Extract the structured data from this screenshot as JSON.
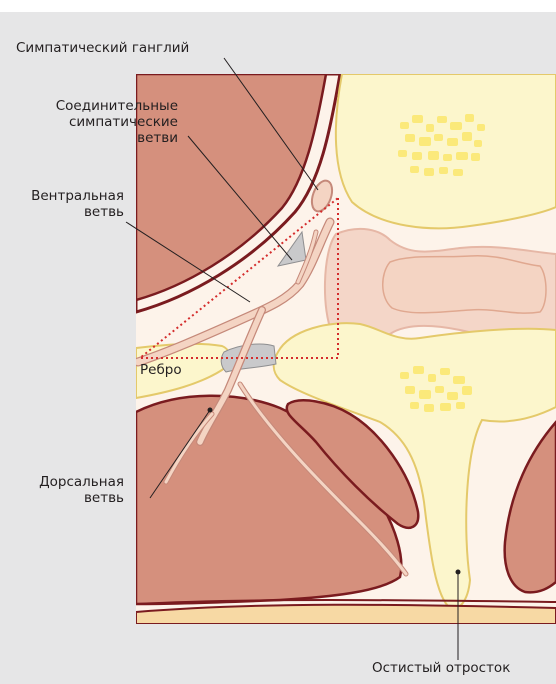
{
  "labels": {
    "sympathetic_ganglion": "Симпатический ганглий",
    "rami_communicantes": "Соединительные\nсимпатические\nветви",
    "ventral_ramus": "Вентральная\nветвь",
    "rib": "Ребро",
    "dorsal_ramus": "Дорсальная\nветвь",
    "spinous_process": "Остистый отросток"
  },
  "colors": {
    "background": "#e6e6e7",
    "tissue": "#fdf3ea",
    "muscle": "#d5907d",
    "muscle_outline": "#7a1b1f",
    "bone": "#fcf6cc",
    "bone_outline": "#e4c96a",
    "marrow": "#fbe97a",
    "nerve": "#f4d4c3",
    "nerve_outline": "#c5897a",
    "ganglion_fill": "#c9c9cb",
    "dotted_line": "#d42c2c"
  }
}
